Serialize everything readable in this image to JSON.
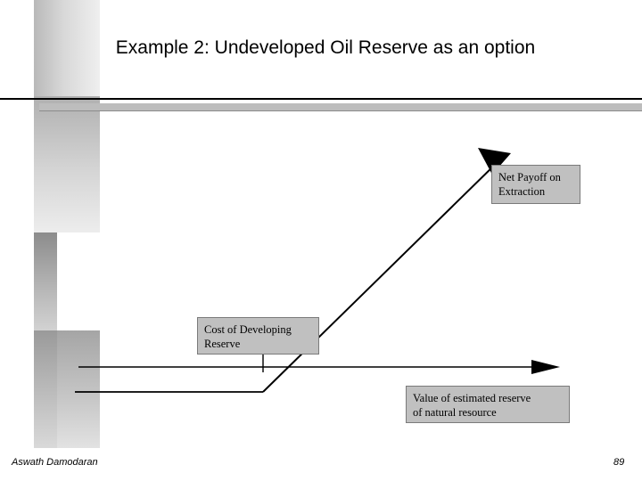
{
  "slide": {
    "title": "Example 2: Undeveloped Oil Reserve as an option",
    "footer": {
      "author": "Aswath Damodaran",
      "page_number": "89"
    }
  },
  "diagram": {
    "callouts": [
      {
        "id": "net-payoff",
        "line1": "Net Payoff on",
        "line2": "Extraction"
      },
      {
        "id": "cost-of-developing",
        "line1": "Cost of Developing",
        "line2": "Reserve"
      },
      {
        "id": "value-of-reserve",
        "line1": "Value of estimated reserve",
        "line2": "of natural resource"
      }
    ],
    "colors": {
      "line": "#000000",
      "callout_fill": "#c0c0c0",
      "callout_border": "#7a7a7a",
      "header_rule": "#bdbdbd"
    }
  }
}
